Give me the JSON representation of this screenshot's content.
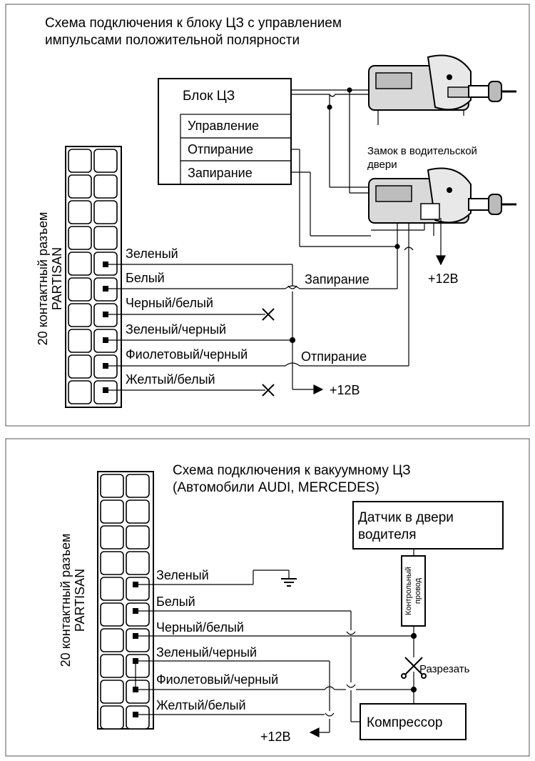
{
  "panel1": {
    "title_line1": "Схема подключения к блоку ЦЗ с  управлением",
    "title_line2": "импульсами  положительной полярности",
    "connector_label_line1": "20 контактный разъем",
    "connector_label_line2": "PARTISAN",
    "block_title": "Блок ЦЗ",
    "block_rows": [
      "Управление",
      "Отпирание",
      "Запирание"
    ],
    "wires": [
      "Зеленый",
      "Белый",
      "Черный/белый",
      "Зеленый/черный",
      "Фиолетовый/черный",
      "Желтый/белый"
    ],
    "label_lock_wire": "Запирание",
    "label_unlock_wire": "Отпирание",
    "driver_lock_line1": "Замок в водительской",
    "driver_lock_line2": "двери",
    "plus12_a": "+12В",
    "plus12_b": "+12В"
  },
  "panel2": {
    "title_line1": "Схема подключения к вакуумному ЦЗ",
    "title_line2": "(Автомобили  AUDI, MERCEDES)",
    "connector_label_line1": "20 контактный разъем",
    "connector_label_line2": "PARTISAN",
    "wires": [
      "Зеленый",
      "Белый",
      "Черный/белый",
      "Зеленый/черный",
      "Фиолетовый/черный",
      "Желтый/белый"
    ],
    "sensor_line1": "Датчик в двери",
    "sensor_line2": "водителя",
    "control_wire_line1": "Контрольный",
    "control_wire_line2": "провод",
    "cut_label": "Разрезать",
    "compressor": "Компрессор",
    "plus12": "+12В"
  }
}
